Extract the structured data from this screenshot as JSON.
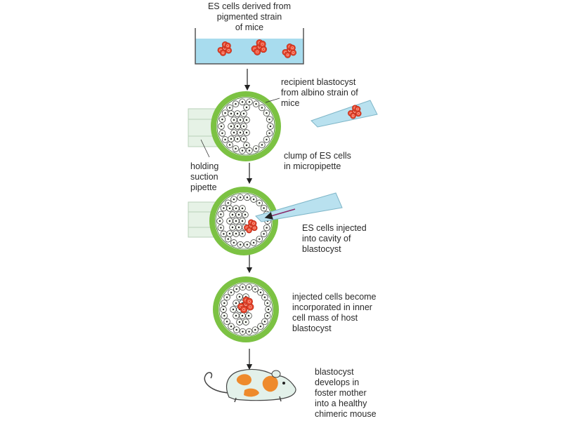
{
  "labels": {
    "es_cells_source": "ES cells derived from\npigmented strain\nof mice",
    "recipient_blastocyst": "recipient blastocyst\nfrom albino strain of\nmice",
    "clump_es_cells": "clump of ES cells\nin micropipette",
    "holding_pipette": "holding\nsuction\npipette",
    "es_cells_injected": "ES cells injected\ninto cavity of\nblastocyst",
    "injected_incorporated": "injected cells become\nincorporated in inner\ncell mass of host\nblastocyst",
    "chimeric_mouse": "blastocyst\ndevelops in\nfoster mother\ninto a healthy\nchimeric mouse"
  },
  "colors": {
    "medium": "#a8dcee",
    "zona": "#7cc243",
    "es_cell": "#e8452c",
    "pipette": "#b9e1ef",
    "mouse_body": "#e3f1ea",
    "mouse_patch": "#ee8a2c",
    "cell_fill": "#f7faf4",
    "arrow": "#222222",
    "inject_arrow": "#8a2a6a"
  }
}
